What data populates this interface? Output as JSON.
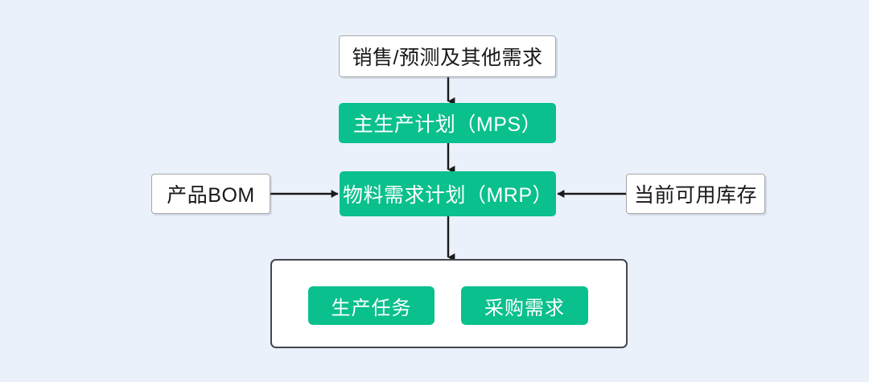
{
  "diagram": {
    "background_color": "#eaf1fb",
    "accent_color": "#0ac08d",
    "node_text_color": "#16181a",
    "accent_text_color": "#ffffff",
    "connector_color": "#1a1a1a",
    "nodes": {
      "demand": {
        "label": "销售/预测及其他需求",
        "style": "plain"
      },
      "mps": {
        "label": "主生产计划（MPS）",
        "style": "accent"
      },
      "mrp": {
        "label": "物料需求计划（MRP）",
        "style": "accent"
      },
      "bom": {
        "label": "产品BOM",
        "style": "plain"
      },
      "stock": {
        "label": "当前可用库存",
        "style": "plain"
      }
    },
    "outputs": {
      "items": [
        {
          "label": "生产任务"
        },
        {
          "label": "采购需求"
        }
      ]
    },
    "connectors": [
      {
        "from": "demand",
        "to": "mps",
        "direction": "down"
      },
      {
        "from": "mps",
        "to": "mrp",
        "direction": "down"
      },
      {
        "from": "bom",
        "to": "mrp",
        "direction": "right"
      },
      {
        "from": "stock",
        "to": "mrp",
        "direction": "left"
      },
      {
        "from": "mrp",
        "to": "outputs",
        "direction": "down"
      }
    ]
  }
}
